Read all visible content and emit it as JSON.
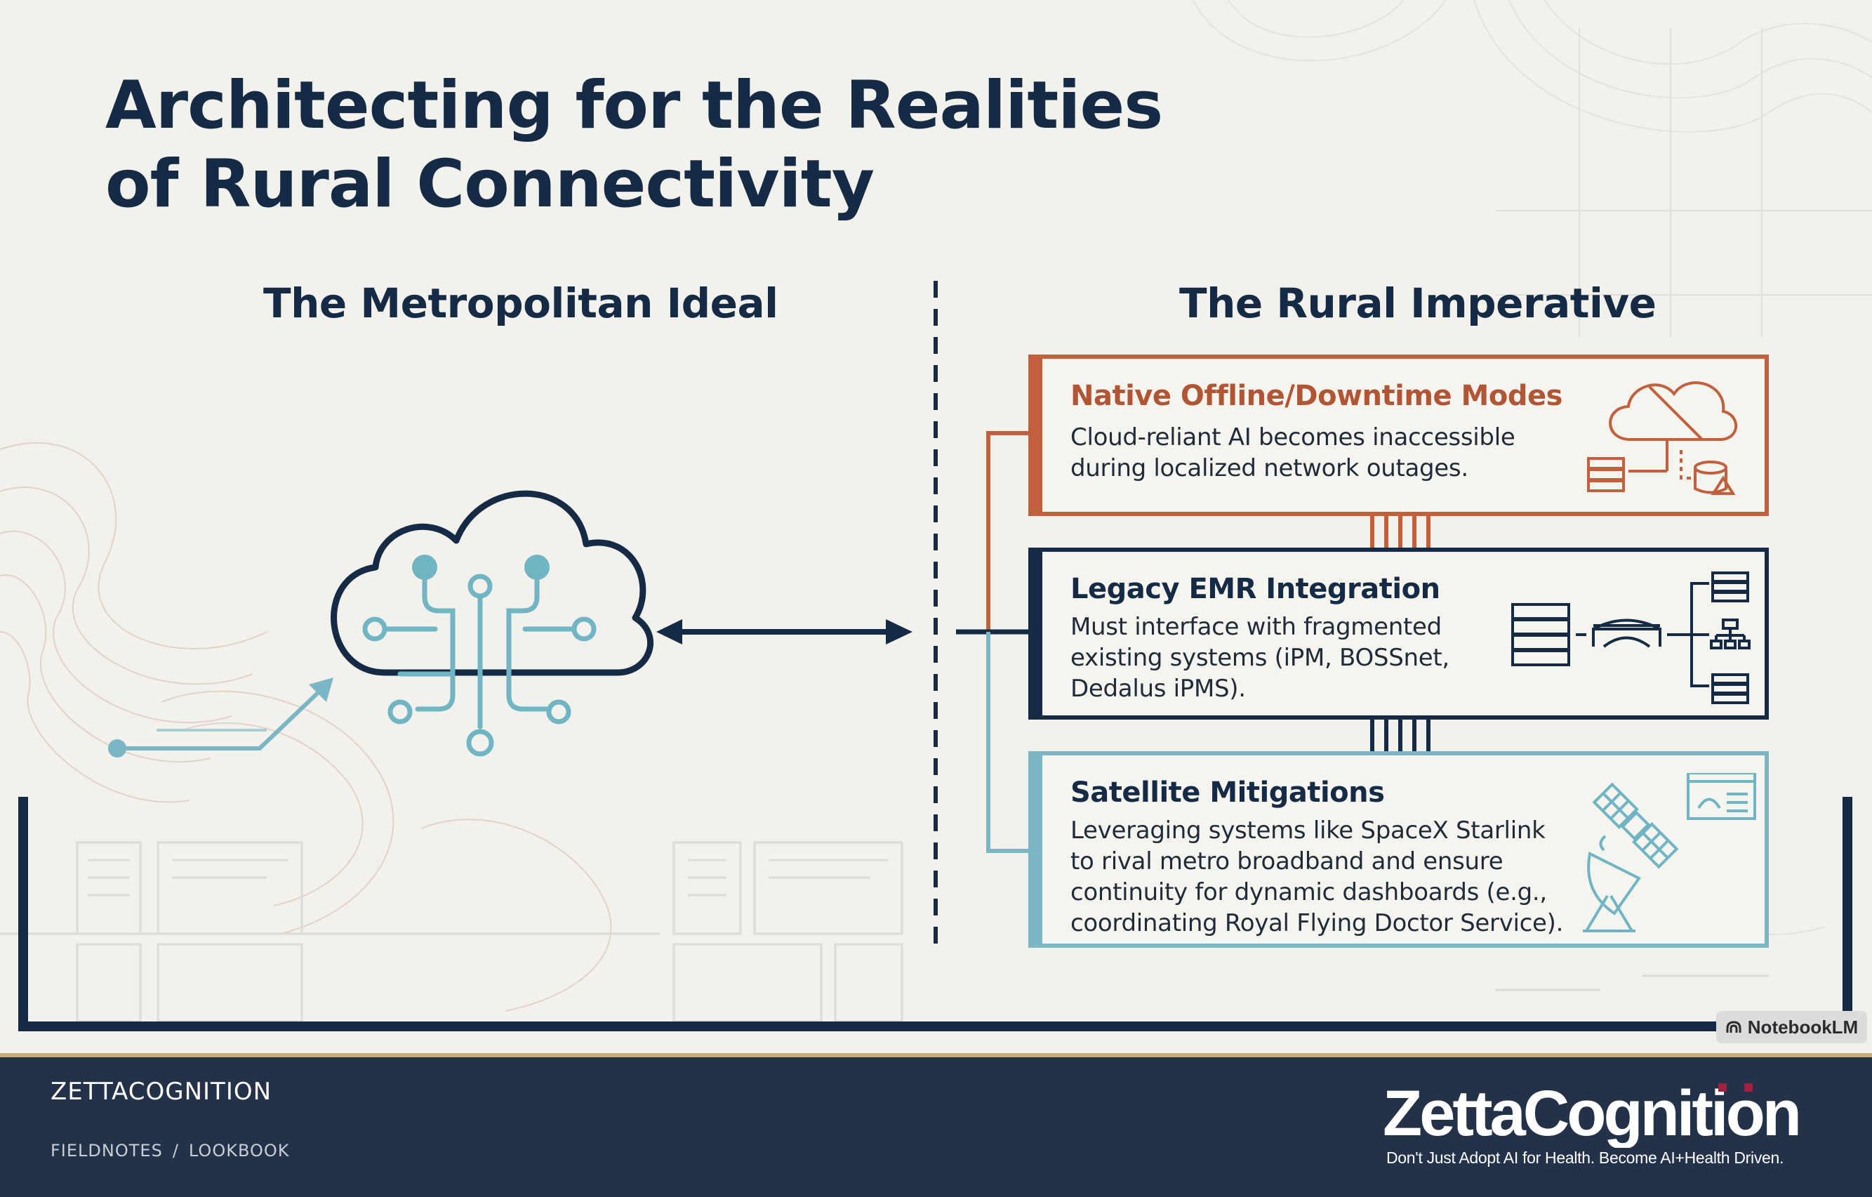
{
  "slide": {
    "title_line1": "Architecting for the Realities",
    "title_line2": "of Rural Connectivity",
    "left_heading": "The Metropolitan Ideal",
    "right_heading": "The Rural Imperative"
  },
  "cards": [
    {
      "title": "Native Offline/Downtime Modes",
      "body": "Cloud-reliant AI becomes inaccessible\nduring localized network outages.",
      "icon": "cloud-offline-icon",
      "accent": "#c2603e"
    },
    {
      "title": "Legacy EMR Integration",
      "body": "Must interface with fragmented\nexisting systems (iPM, BOSSnet,\nDedalus iPMS).",
      "icon": "server-bridge-icon",
      "accent": "#152a44"
    },
    {
      "title": "Satellite Mitigations",
      "body": "Leveraging systems like SpaceX Starlink\nto rival metro broadband and ensure\ncontinuity for dynamic dashboards (e.g.,\ncoordinating Royal Flying Doctor Service).",
      "icon": "satellite-icon",
      "accent": "#7ab6c3"
    }
  ],
  "watermark": "NotebookLM",
  "footer": {
    "brand": "ZETTACOGNITION",
    "breadcrumb": [
      "FIELDNOTES",
      "LOOKBOOK"
    ],
    "logo_text": "ZettaCognition",
    "tagline": "Don't Just Adopt AI for Health. Become AI+Health Driven."
  },
  "colors": {
    "navy": "#152a44",
    "rust": "#c2603e",
    "teal": "#7ab6c3",
    "footer": "#233249",
    "gold": "#c9ad7c"
  }
}
